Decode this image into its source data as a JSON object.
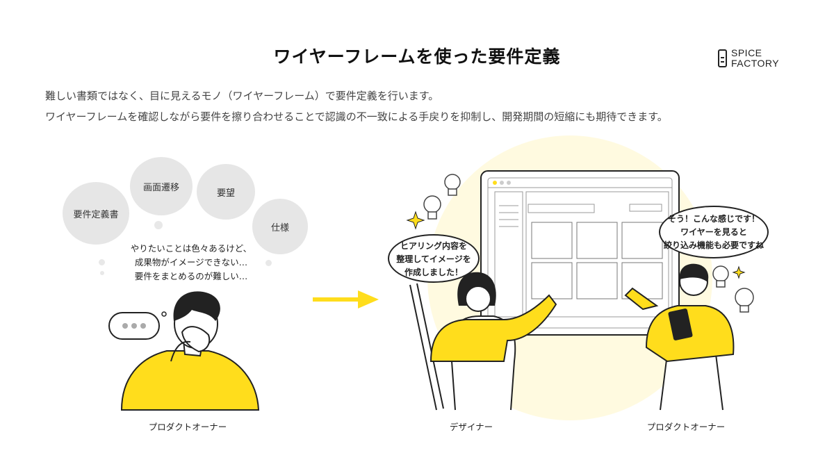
{
  "header": {
    "title": "ワイヤーフレームを使った要件定義",
    "logo_line1": "SPICE",
    "logo_line2": "FACTORY"
  },
  "description": {
    "line1": "難しい書類ではなく、目に見えるモノ（ワイヤーフレーム）で要件定義を行います。",
    "line2": "ワイヤーフレームを確認しながら要件を擦り合わせることで認識の不一致による手戻りを抑制し、開発期間の短縮にも期待できます。"
  },
  "left_scene": {
    "bubbles": [
      "要件定義書",
      "画面遷移",
      "要望",
      "仕様"
    ],
    "thought_lines": [
      "やりたいことは色々あるけど、",
      "成果物がイメージできない…",
      "要件をまとめるのが難しい…"
    ],
    "typing_indicator": "•••",
    "caption": "プロダクトオーナー"
  },
  "right_scene": {
    "designer_speech": [
      "ヒアリング内容を",
      "整理してイメージを",
      "作成しました！"
    ],
    "owner_speech": [
      "そう！こんな感じです！",
      "ワイヤーを見ると",
      "絞り込み機能も必要ですね"
    ],
    "designer_caption": "デザイナー",
    "owner_caption": "プロダクトオーナー"
  },
  "colors": {
    "accent": "#FFDD1C",
    "bubble_gray": "#E6E6E6",
    "text": "#333333"
  }
}
